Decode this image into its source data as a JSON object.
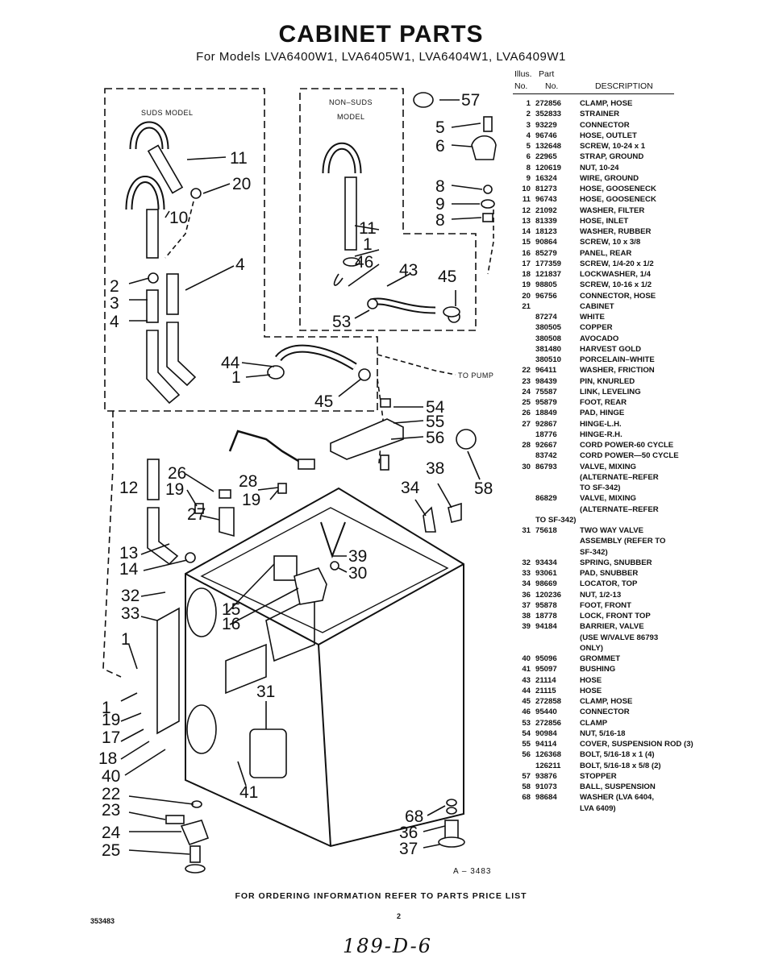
{
  "header": {
    "title": "CABINET PARTS",
    "subtitle": "For Models LVA6400W1, LVA6405W1, LVA6404W1, LVA6409W1"
  },
  "diagram": {
    "suds_label": "SUDS MODEL",
    "non_suds_label_1": "NON–SUDS",
    "non_suds_label_2": "MODEL",
    "to_pump_label": "TO PUMP",
    "figure_id": "A – 3483",
    "callouts": [
      "57",
      "5",
      "6",
      "8",
      "9",
      "8",
      "11",
      "20",
      "10",
      "4",
      "2",
      "3",
      "4",
      "11",
      "1",
      "46",
      "43",
      "45",
      "53",
      "44",
      "1",
      "45",
      "54",
      "55",
      "56",
      "12",
      "26",
      "19",
      "28",
      "19",
      "34",
      "38",
      "58",
      "27",
      "13",
      "14",
      "32",
      "33",
      "15",
      "16",
      "39",
      "30",
      "1",
      "31",
      "1",
      "19",
      "17",
      "18",
      "40",
      "41",
      "22",
      "23",
      "24",
      "25",
      "68",
      "36",
      "37"
    ]
  },
  "parts_list": {
    "header": {
      "illus_line1": "Illus.",
      "illus_line2": "No.",
      "part_line1": "Part",
      "part_line2": "No.",
      "description": "DESCRIPTION"
    },
    "rows": [
      {
        "no": "1",
        "part": "272856",
        "desc": "CLAMP, HOSE"
      },
      {
        "no": "2",
        "part": "352833",
        "desc": "STRAINER"
      },
      {
        "no": "3",
        "part": "93229",
        "desc": "CONNECTOR"
      },
      {
        "no": "4",
        "part": "96746",
        "desc": "HOSE, OUTLET"
      },
      {
        "no": "5",
        "part": "132648",
        "desc": "SCREW, 10-24 x 1"
      },
      {
        "no": "6",
        "part": "22965",
        "desc": "STRAP, GROUND"
      },
      {
        "no": "8",
        "part": "120619",
        "desc": "NUT, 10-24"
      },
      {
        "no": "9",
        "part": "16324",
        "desc": "WIRE, GROUND"
      },
      {
        "no": "10",
        "part": "81273",
        "desc": "HOSE, GOOSENECK"
      },
      {
        "no": "11",
        "part": "96743",
        "desc": "HOSE, GOOSENECK"
      },
      {
        "no": "12",
        "part": "21092",
        "desc": "WASHER, FILTER"
      },
      {
        "no": "13",
        "part": "81339",
        "desc": "HOSE, INLET"
      },
      {
        "no": "14",
        "part": "18123",
        "desc": "WASHER, RUBBER"
      },
      {
        "no": "15",
        "part": "90864",
        "desc": "SCREW, 10 x 3/8"
      },
      {
        "no": "16",
        "part": "85279",
        "desc": "PANEL, REAR"
      },
      {
        "no": "17",
        "part": "177359",
        "desc": "SCREW, 1/4-20 x 1/2"
      },
      {
        "no": "18",
        "part": "121837",
        "desc": "LOCKWASHER, 1/4"
      },
      {
        "no": "19",
        "part": "98805",
        "desc": "SCREW, 10-16 x 1/2"
      },
      {
        "no": "20",
        "part": "96756",
        "desc": "CONNECTOR, HOSE"
      },
      {
        "no": "21",
        "part": "",
        "desc": "CABINET"
      },
      {
        "no": "",
        "part": "87274",
        "desc": "WHITE"
      },
      {
        "no": "",
        "part": "380505",
        "desc": "COPPER"
      },
      {
        "no": "",
        "part": "380508",
        "desc": "AVOCADO"
      },
      {
        "no": "",
        "part": "381480",
        "desc": "HARVEST GOLD"
      },
      {
        "no": "",
        "part": "380510",
        "desc": "PORCELAIN–WHITE"
      },
      {
        "no": "22",
        "part": "96411",
        "desc": "WASHER, FRICTION"
      },
      {
        "no": "23",
        "part": "98439",
        "desc": "PIN, KNURLED"
      },
      {
        "no": "24",
        "part": "75587",
        "desc": "LINK, LEVELING"
      },
      {
        "no": "25",
        "part": "95879",
        "desc": "FOOT, REAR"
      },
      {
        "no": "26",
        "part": "18849",
        "desc": "PAD, HINGE"
      },
      {
        "no": "27",
        "part": "92867",
        "desc": "HINGE-L.H."
      },
      {
        "no": "",
        "part": "18776",
        "desc": "HINGE-R.H."
      },
      {
        "no": "28",
        "part": "92667",
        "desc": "CORD POWER-60 CYCLE"
      },
      {
        "no": "",
        "part": "83742",
        "desc": "CORD POWER—50 CYCLE"
      },
      {
        "no": "30",
        "part": "86793",
        "desc": "VALVE, MIXING"
      },
      {
        "no": "",
        "part": "",
        "desc": "(ALTERNATE–REFER"
      },
      {
        "no": "",
        "part": "",
        "desc": "TO SF-342)"
      },
      {
        "no": "",
        "part": "86829",
        "desc": "VALVE, MIXING"
      },
      {
        "no": "",
        "part": "",
        "desc": "(ALTERNATE–REFER"
      },
      {
        "no": "",
        "part": "TO SF-342)",
        "desc": ""
      },
      {
        "no": "31",
        "part": "75618",
        "desc": "TWO WAY VALVE"
      },
      {
        "no": "",
        "part": "",
        "desc": "ASSEMBLY (REFER TO"
      },
      {
        "no": "",
        "part": "",
        "desc": "SF-342)"
      },
      {
        "no": "32",
        "part": "93434",
        "desc": "SPRING, SNUBBER"
      },
      {
        "no": "33",
        "part": "93061",
        "desc": "PAD, SNUBBER"
      },
      {
        "no": "34",
        "part": "98669",
        "desc": "LOCATOR, TOP"
      },
      {
        "no": "36",
        "part": "120236",
        "desc": "NUT, 1/2-13"
      },
      {
        "no": "37",
        "part": "95878",
        "desc": "FOOT, FRONT"
      },
      {
        "no": "38",
        "part": "18778",
        "desc": "LOCK, FRONT TOP"
      },
      {
        "no": "39",
        "part": "94184",
        "desc": "BARRIER, VALVE"
      },
      {
        "no": "",
        "part": "",
        "desc": "(USE W/VALVE 86793"
      },
      {
        "no": "",
        "part": "",
        "desc": "ONLY)"
      },
      {
        "no": "40",
        "part": "95096",
        "desc": "GROMMET"
      },
      {
        "no": "41",
        "part": "95097",
        "desc": "BUSHING"
      },
      {
        "no": "43",
        "part": "21114",
        "desc": "HOSE"
      },
      {
        "no": "44",
        "part": "21115",
        "desc": "HOSE"
      },
      {
        "no": "45",
        "part": "272858",
        "desc": "CLAMP, HOSE"
      },
      {
        "no": "46",
        "part": "95440",
        "desc": "CONNECTOR"
      },
      {
        "no": "53",
        "part": "272856",
        "desc": "CLAMP"
      },
      {
        "no": "54",
        "part": "90984",
        "desc": "NUT, 5/16-18"
      },
      {
        "no": "55",
        "part": "94114",
        "desc": "COVER, SUSPENSION ROD (3)"
      },
      {
        "no": "56",
        "part": "126368",
        "desc": "BOLT, 5/16-18 x 1 (4)"
      },
      {
        "no": "",
        "part": "126211",
        "desc": "BOLT, 5/16-18 x 5/8 (2)"
      },
      {
        "no": "57",
        "part": "93876",
        "desc": "STOPPER"
      },
      {
        "no": "58",
        "part": "91073",
        "desc": "BALL, SUSPENSION"
      },
      {
        "no": "68",
        "part": "98684",
        "desc": "WASHER (LVA 6404,"
      },
      {
        "no": "",
        "part": "",
        "desc": "LVA 6409)"
      }
    ]
  },
  "footer": {
    "ordering_text": "FOR ORDERING INFORMATION REFER TO PARTS PRICE LIST",
    "doc_number": "353483",
    "page_number": "2",
    "handwritten_note": "189-D-6"
  }
}
